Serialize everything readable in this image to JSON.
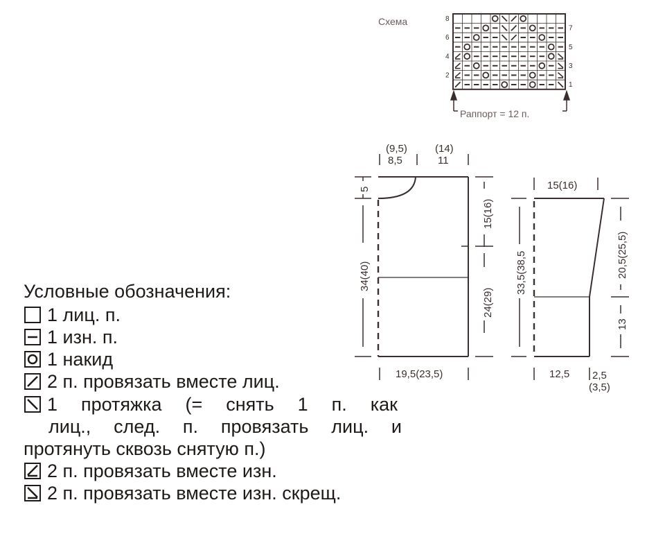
{
  "scheme": {
    "title": "Схема",
    "rapport": "Раппорт = 12 п.",
    "row_numbers_left": [
      "8",
      "6",
      "4",
      "2"
    ],
    "row_numbers_right": [
      "7",
      "5",
      "3",
      "1"
    ],
    "rows": [
      "....OXRO....",
      "---O-XR-O---",
      "--O--XR--O--",
      "-O--------O-",
      "PO--------OS",
      "P-O------O-S",
      "P--O----O--S",
      "R----O--O--X"
    ]
  },
  "back": {
    "top_widths": [
      "(9,5)",
      "(14)"
    ],
    "top_widths_alt": [
      "8,5",
      "11"
    ],
    "neck_depth": "5",
    "armhole": "15(16)",
    "lower": "24(29)",
    "total": "34(40)",
    "bottom": "19,5(23,5)"
  },
  "sleeve": {
    "top": "15(16)",
    "upper": "20,5(25,5)",
    "lower": "13",
    "total": "33,5(38,5",
    "bottom": "12,5",
    "bevel": "2,5",
    "bevel_alt": "(3,5)"
  },
  "legend": {
    "title": "Условные обозначения:",
    "items": [
      {
        "symbol": "empty-square-icon",
        "text": "1 лиц. п."
      },
      {
        "symbol": "dash-square-icon",
        "text": "1 изн. п."
      },
      {
        "symbol": "circle-square-icon",
        "text": "1 накид"
      },
      {
        "symbol": "slash-square-icon",
        "text": "2 п. провязать вместе лиц."
      },
      {
        "symbol": "backslash-square-icon",
        "text_lines": [
          "1 протяжка (= снять 1 п. как",
          "лиц., след. п. провязать лиц. и",
          "протянуть сквозь снятую п.)"
        ]
      },
      {
        "symbol": "slash-purl-square-icon",
        "text": "2 п. провязать вместе изн."
      },
      {
        "symbol": "backslash-purl-square-icon",
        "text": "2 п. провязать вместе изн. скрещ."
      }
    ]
  }
}
